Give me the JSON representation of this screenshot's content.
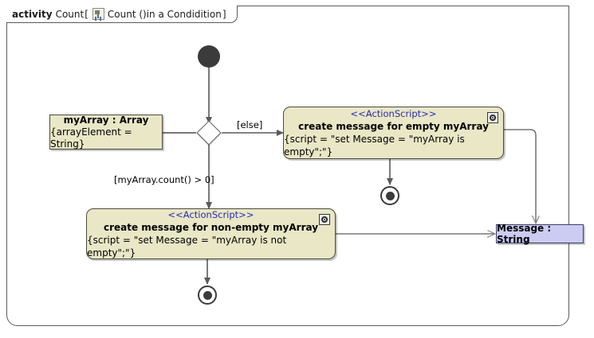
{
  "frame": {
    "keyword": "activity",
    "name": "Count",
    "bracket_open": "[",
    "icon": "activity-diagram-icon",
    "qualifier": "Count ()in a Condidition",
    "bracket_close": "]"
  },
  "nodes": {
    "initial": {
      "name": "initial-node"
    },
    "decision": {
      "name": "decision-node"
    },
    "my_array": {
      "title": "myArray : Array",
      "attribute": "{arrayElement = String}"
    },
    "action_empty": {
      "stereotype": "<<ActionScript>>",
      "name": "create message for empty myArray",
      "script": "{script = \"set Message = \"myArray is empty\";\"}",
      "icon": "script-gear-icon"
    },
    "action_non_empty": {
      "stereotype": "<<ActionScript>>",
      "name": "create message for non-empty myArray",
      "script": "{script = \"set Message = \"myArray is not empty\";\"}",
      "icon": "script-gear-icon"
    },
    "message_pin": {
      "label": "Message : String"
    },
    "final_empty": {
      "name": "activity-final-node"
    },
    "final_non_empty": {
      "name": "activity-final-node"
    }
  },
  "edges": {
    "guard_else": "[else]",
    "guard_count": "[myArray.count() > 0]"
  },
  "colors": {
    "node_fill": "#e9e7c6",
    "node_border": "#4a4a3c",
    "pin_fill": "#ccccf2",
    "pin_border": "#3c3c6e",
    "stereotype_text": "#2a2ab0",
    "edge_stroke": "#5a5a5a",
    "control_node": "#3b3b3b",
    "frame_border": "#5a5a5a"
  }
}
